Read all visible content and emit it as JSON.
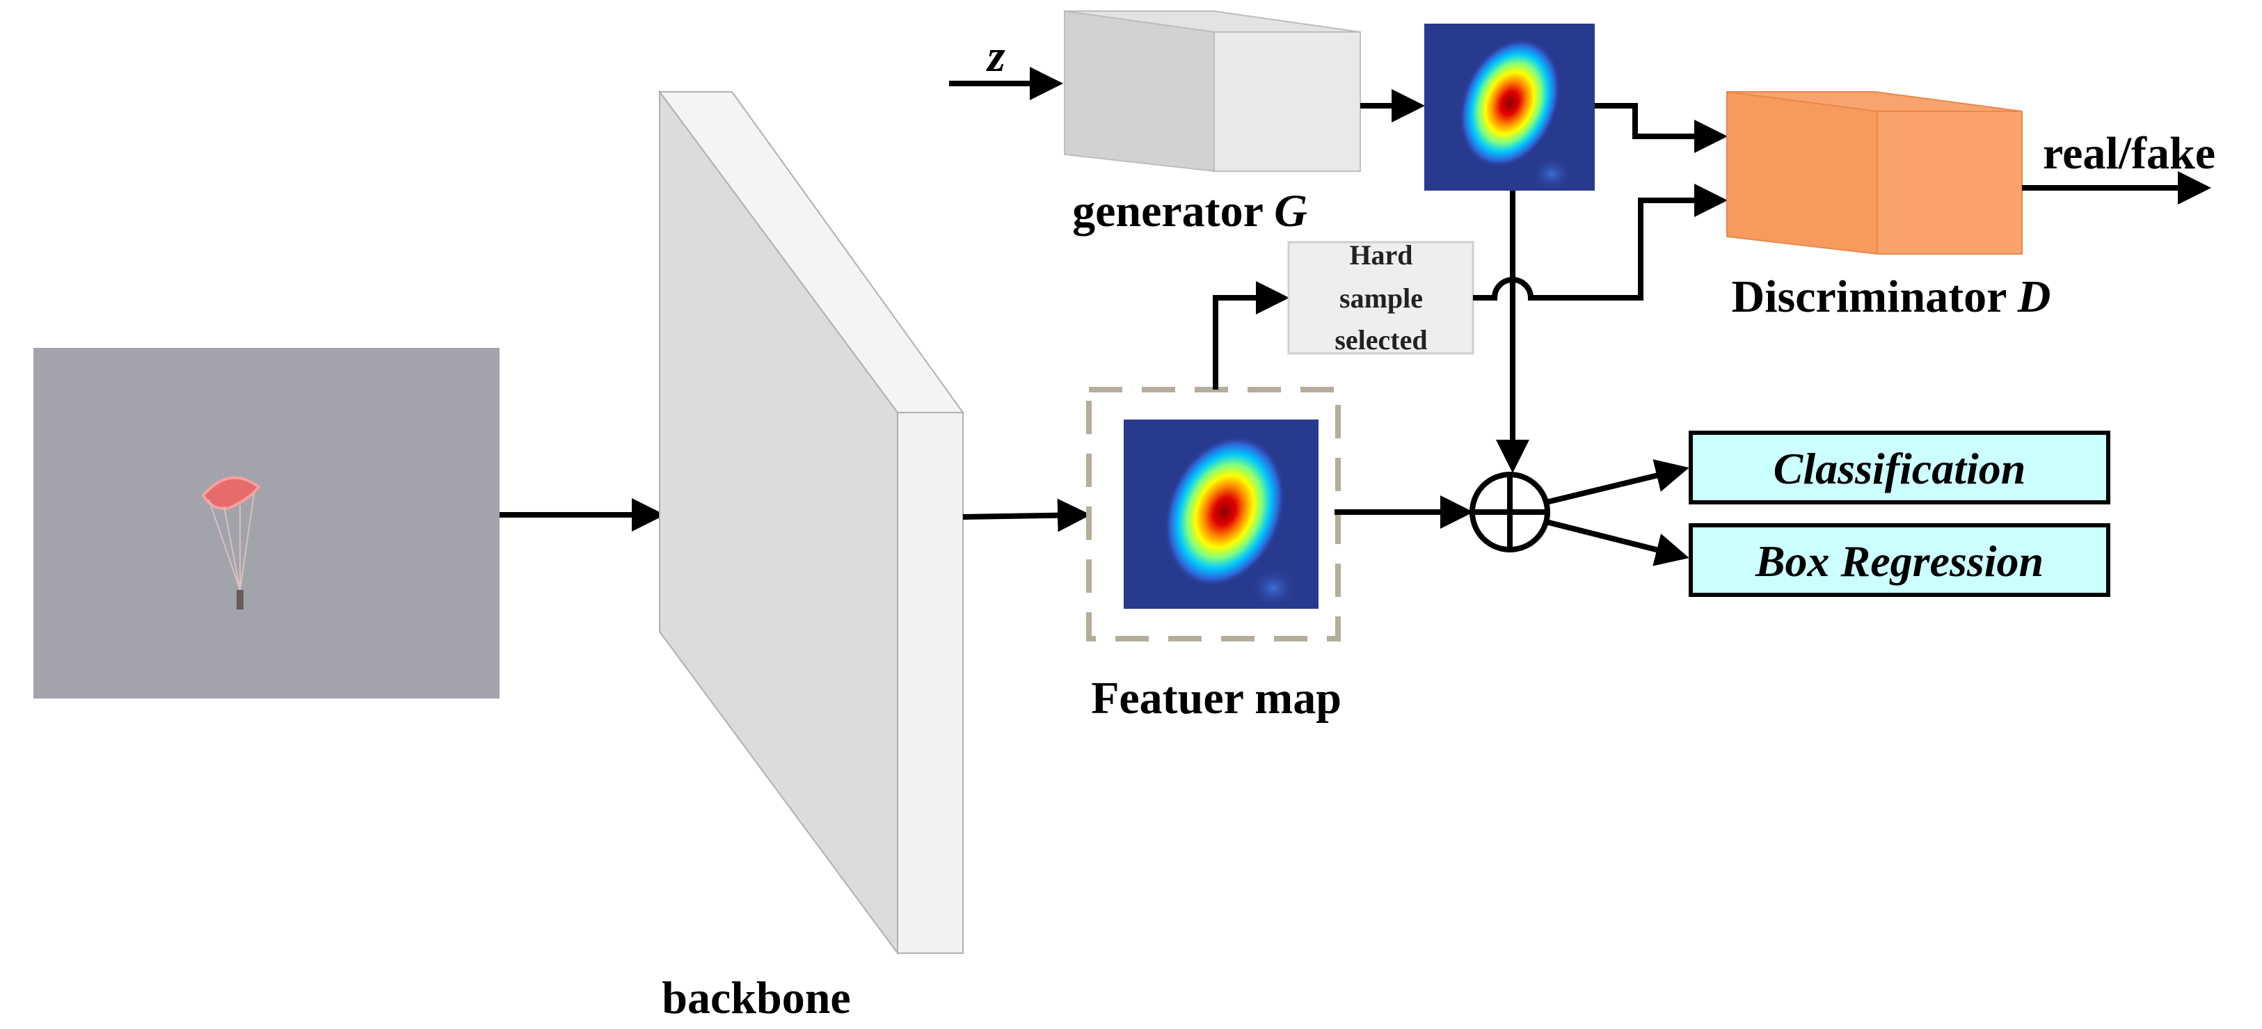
{
  "labels": {
    "z": "z",
    "generator": "generator",
    "generator_symbol": "G",
    "real_fake": "real/fake",
    "discriminator": "Discriminator",
    "discriminator_symbol": "D",
    "hard_sample": [
      "Hard",
      "sample",
      "selected"
    ],
    "feature_map": "Featuer map",
    "backbone": "backbone",
    "classification": "Classification",
    "box_regression": "Box Regression"
  },
  "colors": {
    "input_image_bg": "#a3a3ac",
    "parachute": "#e66c6c",
    "generator_block": "#d9d9d9",
    "discriminator_block": "#f79a5e",
    "head_box_fill": "#ccffff",
    "hard_sample_fill": "#eeeeee",
    "dashed_border": "#b3ad9a",
    "heatmap_bg": "#283a8e"
  },
  "icons": {
    "sum": "circle-plus-icon"
  }
}
